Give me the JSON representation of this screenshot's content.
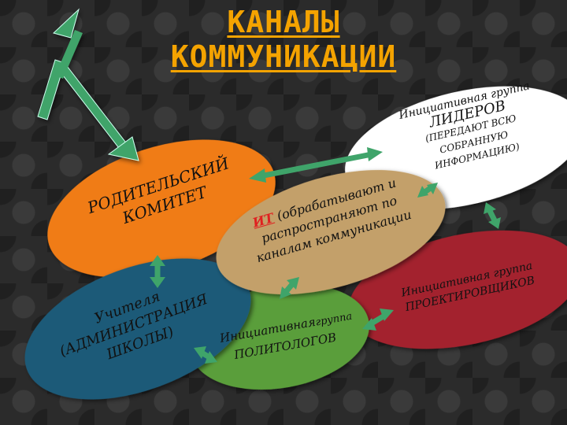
{
  "title": {
    "line1": "КАНАЛЫ",
    "line2": "КОММУНИКАЦИИ"
  },
  "nodes": {
    "leaders": {
      "line1": "Инициативная группа",
      "line2": "ЛИДЕРОВ",
      "line3": "(ПЕРЕДАЮТ ВСЮ",
      "line4": "СОБРАННУЮ",
      "line5": "ИНФОРМАЦИЮ)",
      "color": "#ffffff"
    },
    "parents": {
      "line1": "РОДИТЕЛЬСКИЙ",
      "line2": "КОМИТЕТ",
      "color": "#f07c14"
    },
    "it": {
      "it_label": "ИТ",
      "line1_rest": "(обрабатывают и",
      "line2": "распространяют по",
      "line3": "каналам коммуникации",
      "color": "#c3a06a"
    },
    "teachers": {
      "line1": "Учителя",
      "line2": "АДМИНИСТРАЦИЯ",
      "line3": "ШКОЛЫ)",
      "open_paren": "(",
      "color": "#1d5a78"
    },
    "politologists": {
      "line1a": "Инициативная",
      "line1b": "группа",
      "line2": "ПОЛИТОЛОГОВ",
      "color": "#5a9e3a"
    },
    "designers": {
      "line1": "Инициативная группа",
      "line2": "ПРОЕКТИРОВЩИКОВ",
      "color": "#a3222e"
    }
  },
  "arrow_color": "#3fa46a"
}
